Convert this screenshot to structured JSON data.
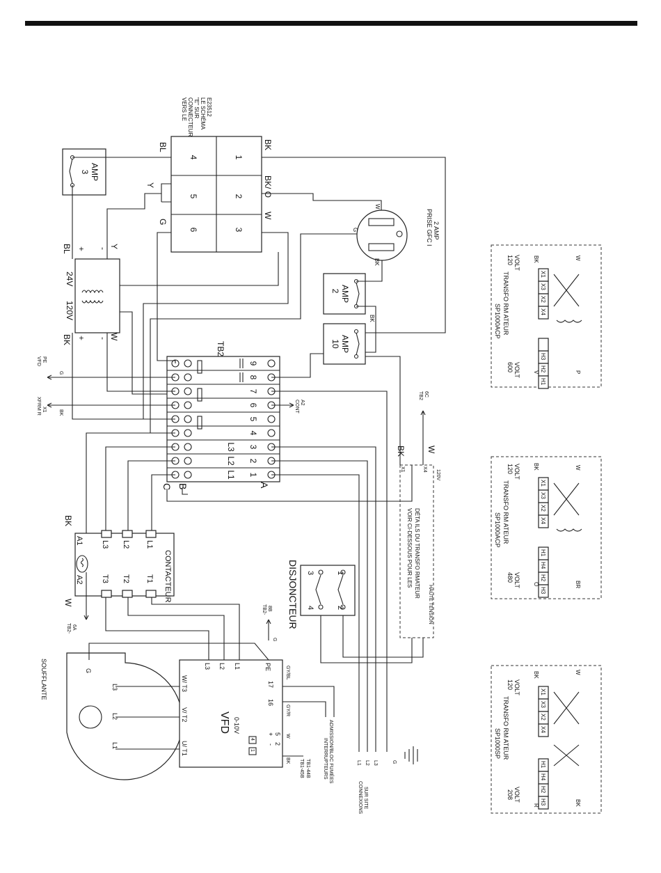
{
  "connector": {
    "note": [
      "VERS LE",
      "CONNECTEUR",
      "\"E\" SUR",
      "LE SCHÉMA",
      "E23512"
    ],
    "cells": [
      "4",
      "1",
      "5",
      "2",
      "6",
      "3"
    ],
    "wires": {
      "bl": "BL",
      "bk": "BK",
      "y": "Y",
      "bko": "BK/ O",
      "g": "G",
      "w": "W"
    }
  },
  "fuse3": {
    "num": "3",
    "unit": "AMP"
  },
  "transformer24": {
    "v1": "120V",
    "v2": "24V",
    "plus": "+",
    "minus": "-",
    "bk": "BK",
    "bl": "BL",
    "y": "Y",
    "w": "W"
  },
  "gfci": {
    "label": [
      "PRISE GFC I",
      "2 AMP"
    ],
    "w": "W",
    "g": "G",
    "bk": "BK"
  },
  "fuse2": {
    "num": "2",
    "unit": "AMP"
  },
  "fuse10": {
    "num": "10",
    "unit": "AMP",
    "bk": "BK"
  },
  "tb2": {
    "title": "TB2",
    "nums": [
      "9",
      "8",
      "7",
      "6",
      "5",
      "4",
      "3",
      "2",
      "1"
    ],
    "l_labels": [
      "L3",
      "L2",
      "L1"
    ],
    "cont": [
      "CONT",
      "A2"
    ],
    "vfd_pe": [
      "VFD",
      "PE"
    ],
    "g": "G",
    "xfrmr": [
      "XFRM R",
      "X1"
    ],
    "bk": "BK",
    "c": "C",
    "b": "B",
    "a": "A"
  },
  "tb2_6c": [
    "TB2",
    "6C"
  ],
  "xfmr_box": {
    "text": [
      "VOIR CI-DESSOUS POUR LES",
      "DÉTA ILS DU TRANSFO RMATEUR"
    ],
    "haute": "HAUTE TENSION",
    "x1": "X1",
    "x4": "X4",
    "v120": "120V",
    "bk": "BK",
    "w": "W"
  },
  "contactor": {
    "title": "CONTACTEUR",
    "a1": "A1",
    "a2": "A2",
    "top": [
      "L3",
      "L2",
      "L1"
    ],
    "bottom": [
      "T3",
      "T2",
      "T1"
    ],
    "bk": "BK",
    "w": "W",
    "tb2_6a": [
      "TB2-",
      "6A"
    ],
    "tb2_8b": [
      "TB2-",
      "8B"
    ],
    "g": "G"
  },
  "disconnect": {
    "title": "DISJONCTEUR",
    "nums": [
      "3",
      "1",
      "4",
      "2"
    ]
  },
  "blower": {
    "title": "SOUFFLANTE",
    "g": "G",
    "l3": "L3",
    "l2": "L2",
    "l1": "L1"
  },
  "vfd": {
    "title": "VFD",
    "range": "0-10V",
    "top": [
      "L3",
      "L2",
      "L1",
      "PE"
    ],
    "left": [
      "W/ T3",
      "V/ T2",
      "U/ T1"
    ],
    "t17": "17",
    "t16": "16",
    "gybl": "GY/BL",
    "gyr": "GY/R",
    "plus": "+",
    "minus": "-",
    "t5": "5",
    "t2": "2",
    "w": "W",
    "bk": "BK",
    "box1": "1",
    "box4": "4"
  },
  "tb_bottom": [
    "TB1-45B",
    "TB1-44B"
  ],
  "switches": [
    "INTERRUPTEURS",
    "ADMISSION/BLOC FUMÉES"
  ],
  "field": {
    "lines": [
      "L1",
      "L2",
      "L3"
    ],
    "g": "G",
    "note": [
      "CONNEXIONS",
      "SUR SITE"
    ]
  },
  "variants": [
    {
      "model": "SP1000ACP",
      "title": "TRANSFO RM ATEUR",
      "pri_volt": [
        "600",
        "VOLT"
      ],
      "sec_volt": [
        "120",
        "VOLT"
      ],
      "h_terms": [
        "H3",
        "H2",
        "",
        "H1"
      ],
      "x_terms": [
        "X1",
        "X3",
        "X2",
        "X4"
      ],
      "sec_wires": [
        "BK",
        "W"
      ],
      "pri_wires": [
        "V",
        "P"
      ]
    },
    {
      "model": "SP1000ACP",
      "title": "TRANSFO RM ATEUR",
      "pri_volt": [
        "480",
        "VOLT"
      ],
      "sec_volt": [
        "120",
        "VOLT"
      ],
      "h_terms": [
        "H4",
        "H2",
        "H3",
        "H1"
      ],
      "x_terms": [
        "X1",
        "X3",
        "X2",
        "X4"
      ],
      "sec_wires": [
        "BK",
        "W"
      ],
      "pri_wires": [
        "O",
        "BR"
      ]
    },
    {
      "model": "SP1000SP",
      "title": "TRANSFO RM ATEUR",
      "pri_volt": [
        "208",
        "VOLT"
      ],
      "sec_volt": [
        "120",
        "VOLT"
      ],
      "h_terms": [
        "H4",
        "H2",
        "H3",
        "H1"
      ],
      "x_terms": [
        "X1",
        "X3",
        "X2",
        "X4"
      ],
      "sec_wires": [
        "BK",
        "W"
      ],
      "pri_wires": [
        "R",
        "BK"
      ]
    }
  ]
}
